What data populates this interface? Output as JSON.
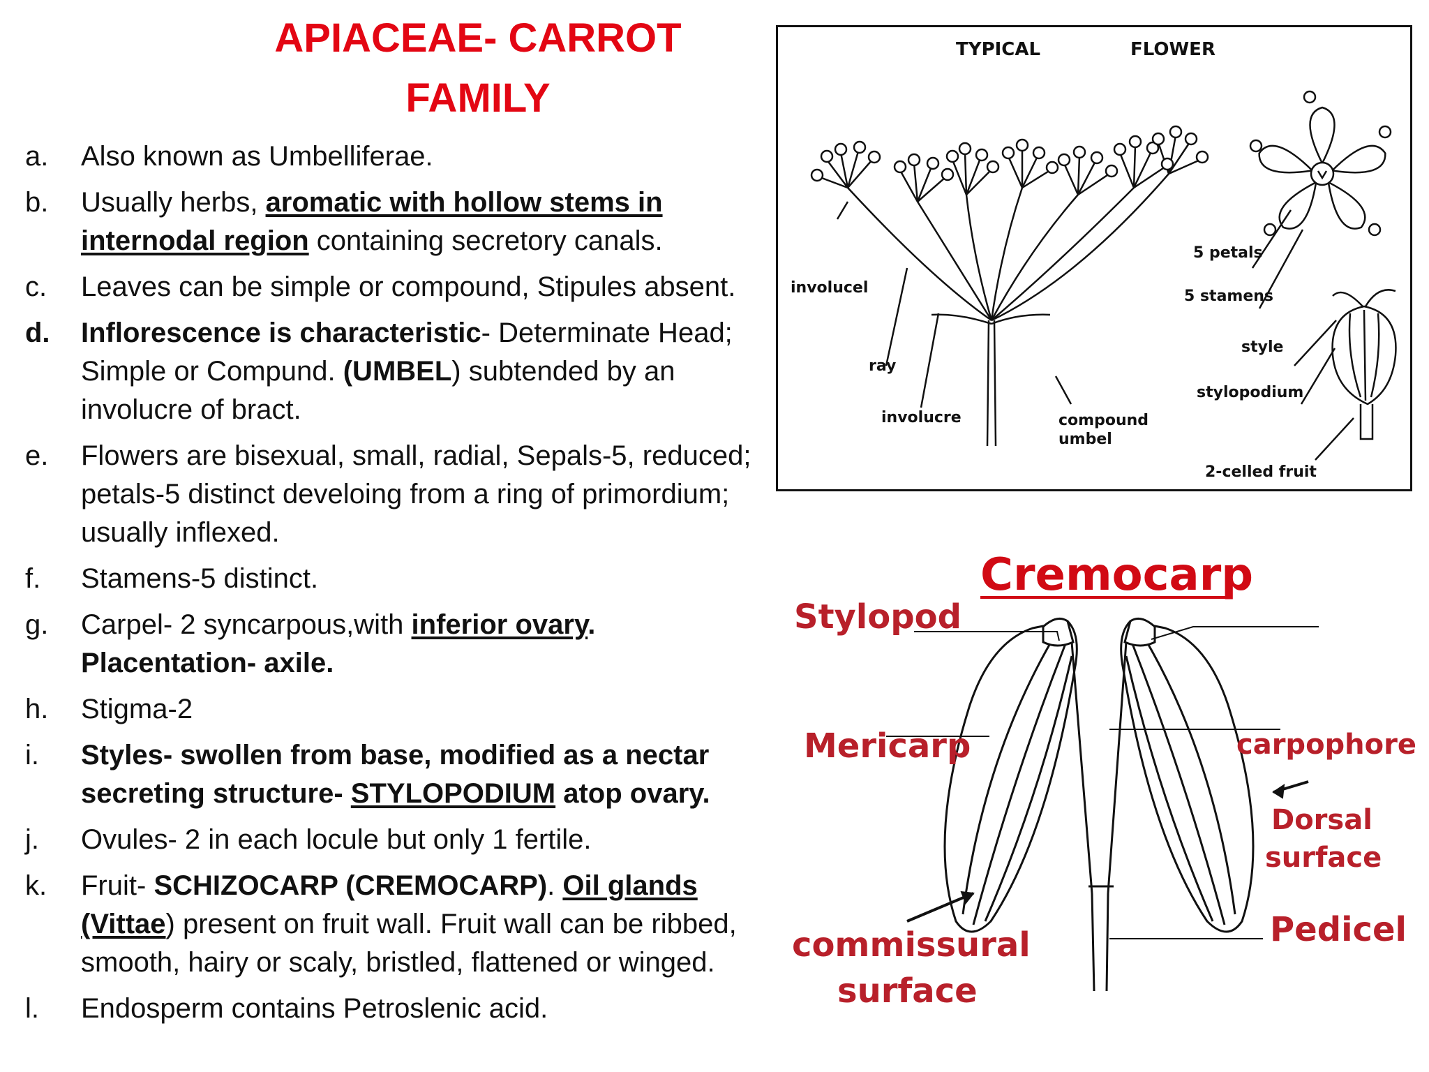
{
  "title": {
    "line1": "APIACEAE- CARROT",
    "line2": "FAMILY"
  },
  "items": [
    {
      "letter": "a.",
      "parts": [
        "Also known as Umbelliferae."
      ]
    },
    {
      "letter": "b.",
      "parts": [
        "Usually herbs, ",
        "aromatic with hollow stems in internodal region",
        " containing secretory canals."
      ]
    },
    {
      "letter": "c.",
      "parts": [
        "Leaves can be simple or compound, Stipules absent."
      ]
    },
    {
      "letter": "d.",
      "parts": [
        "Inflorescence is characteristic",
        "- Determinate Head; Simple or Compund. ",
        "(UMBEL",
        ") subtended by an involucre of bract."
      ]
    },
    {
      "letter": "e.",
      "parts": [
        "Flowers are bisexual, small, radial, Sepals-5, reduced; petals-5 distinct  develoing from a ring of primordium; usually inflexed."
      ]
    },
    {
      "letter": "f.",
      "parts": [
        "Stamens-5 distinct."
      ]
    },
    {
      "letter": "g.",
      "parts": [
        "Carpel- 2 syncarpous,with ",
        "inferior ovary",
        ".",
        " Placentation- axile."
      ]
    },
    {
      "letter": "h.",
      "parts": [
        "Stigma-2"
      ]
    },
    {
      "letter": "i.",
      "parts": [
        " Styles- swollen from base, modified as a nectar secreting structure- ",
        "STYLOPODIUM",
        " atop ovary."
      ]
    },
    {
      "letter": "j.",
      "parts": [
        "Ovules- 2 in each locule but only 1 fertile."
      ]
    },
    {
      "letter": "k.",
      "parts": [
        "Fruit- ",
        "SCHIZOCARP (CREMOCARP)",
        ". ",
        "Oil glands (Vittae",
        ") present on fruit wall. Fruit wall can be ribbed, smooth, hairy or scaly, bristled, flattened or winged."
      ]
    },
    {
      "letter": "l.",
      "parts": [
        "Endosperm contains Petroslenic acid."
      ]
    }
  ],
  "figure1": {
    "heading_left": "TYPICAL",
    "heading_right": "FLOWER",
    "labels": {
      "involucel": "involucel",
      "ray": "ray",
      "involucre": "involucre",
      "compound_umbel_1": "compound",
      "compound_umbel_2": "umbel",
      "petals": "5 petals",
      "stamens": "5 stamens",
      "style": "style",
      "stylopodium": "stylopodium",
      "fruit": "2-celled fruit"
    }
  },
  "figure2": {
    "title": "Cremocarp",
    "labels": {
      "stylopod": "Stylopod",
      "mericarp": "Mericarp",
      "carpophore": "carpophore",
      "dorsal_1": "Dorsal",
      "dorsal_2": "surface",
      "pedicel": "Pedicel",
      "commissural_1": "commissural",
      "commissural_2": "surface"
    }
  },
  "colors": {
    "title": "#e30613",
    "cremocarp": "#d10a14",
    "labels": "#b8202a"
  }
}
